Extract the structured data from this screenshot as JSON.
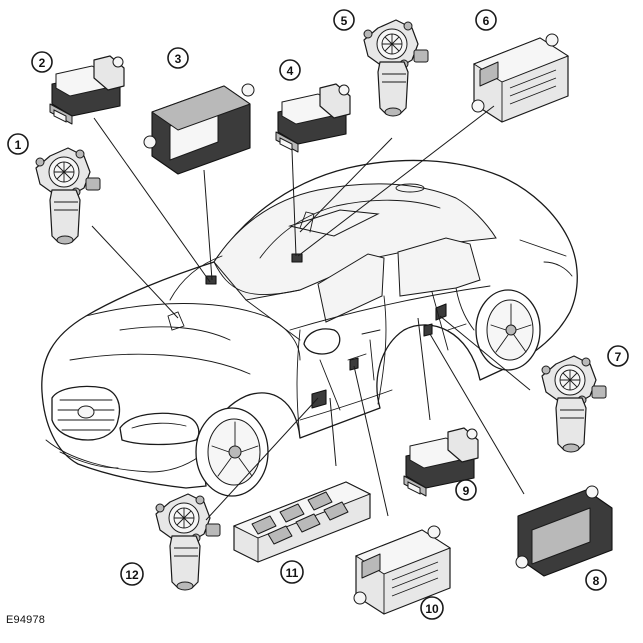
{
  "figure": {
    "reference": "E94978",
    "callouts": [
      "1",
      "2",
      "3",
      "4",
      "5",
      "6",
      "7",
      "8",
      "9",
      "10",
      "11",
      "12"
    ]
  },
  "icons": {
    "car": "saloon-car-outline-icon",
    "window-motor": "window-regulator-motor-icon",
    "window-switch": "window-switch-icon",
    "door-module": "door-control-module-icon",
    "switch-pack": "driver-window-switch-pack-icon"
  }
}
